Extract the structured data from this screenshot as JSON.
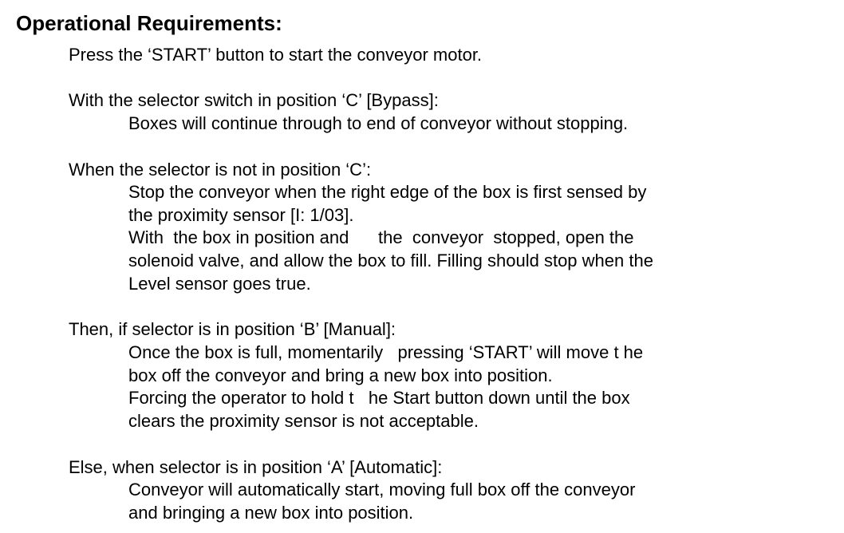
{
  "heading": "Operational Requirements:",
  "start_instruction": "Press the ‘START’ button to start the conveyor motor.",
  "bypass": {
    "condition": "With the selector switch in position ‘C’ [Bypass]:",
    "lines": [
      "Boxes will continue through to end of conveyor without stopping."
    ]
  },
  "not_c": {
    "condition": "When the selector is not in position ‘C’:",
    "lines": [
      "Stop the conveyor when the right edge of the box is first sensed by",
      "the proximity sensor [I: 1/03].",
      "With  the box in position and      the  conveyor  stopped, open the",
      "solenoid valve, and allow the box to fill. Filling should stop when the",
      "Level sensor goes true."
    ]
  },
  "manual": {
    "condition": "Then, if selector is in position ‘B’ [Manual]:",
    "lines": [
      "Once the box is full, momentarily   pressing ‘START’ will move t he",
      "box off the conveyor and bring a new box into position.",
      "Forcing the operator to hold t   he Start button down until the box",
      "clears the proximity sensor is not acceptable."
    ]
  },
  "automatic": {
    "condition": "Else, when selector is in position ‘A’ [Automatic]:",
    "lines": [
      "Conveyor will automatically start, moving full box off the conveyor",
      "and bringing a new box into position."
    ]
  }
}
